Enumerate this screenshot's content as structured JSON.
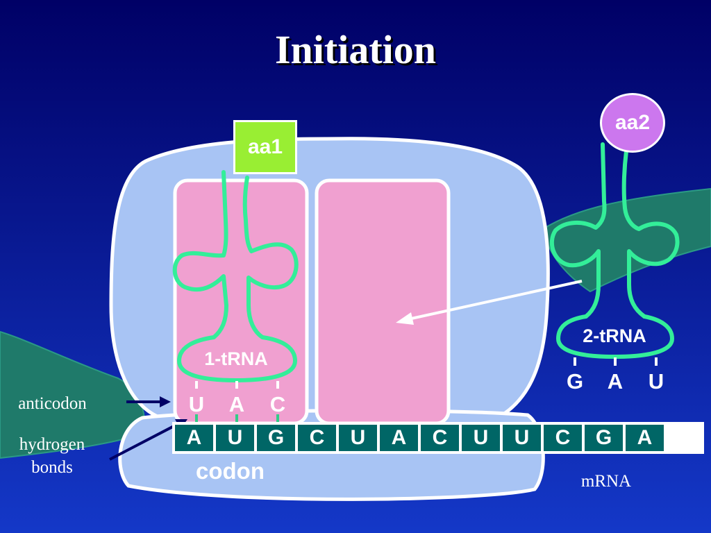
{
  "title": "Initiation",
  "aa1": "aa1",
  "aa2": "aa2",
  "trna1": {
    "label": "1-tRNA",
    "anticodon": [
      "U",
      "A",
      "C"
    ]
  },
  "trna2": {
    "label": "2-tRNA",
    "anticodon": [
      "G",
      "A",
      "U"
    ]
  },
  "mrna": {
    "bases": [
      "A",
      "U",
      "G",
      "C",
      "U",
      "A",
      "C",
      "U",
      "U",
      "C",
      "G",
      "A"
    ],
    "label": "mRNA"
  },
  "codon_label": "codon",
  "anticodon_label": "anticodon",
  "hydrogen_bonds_label": [
    "hydrogen",
    "bonds"
  ],
  "colors": {
    "background": "#000066",
    "ribosome": "#a8c4f4",
    "site": "#f0a0d0",
    "trna_outline": "#33ee99",
    "mrna_base": "#006666",
    "aa1": "#99ee33",
    "aa2": "#cc77ee",
    "strand": "#1f7a6a"
  }
}
